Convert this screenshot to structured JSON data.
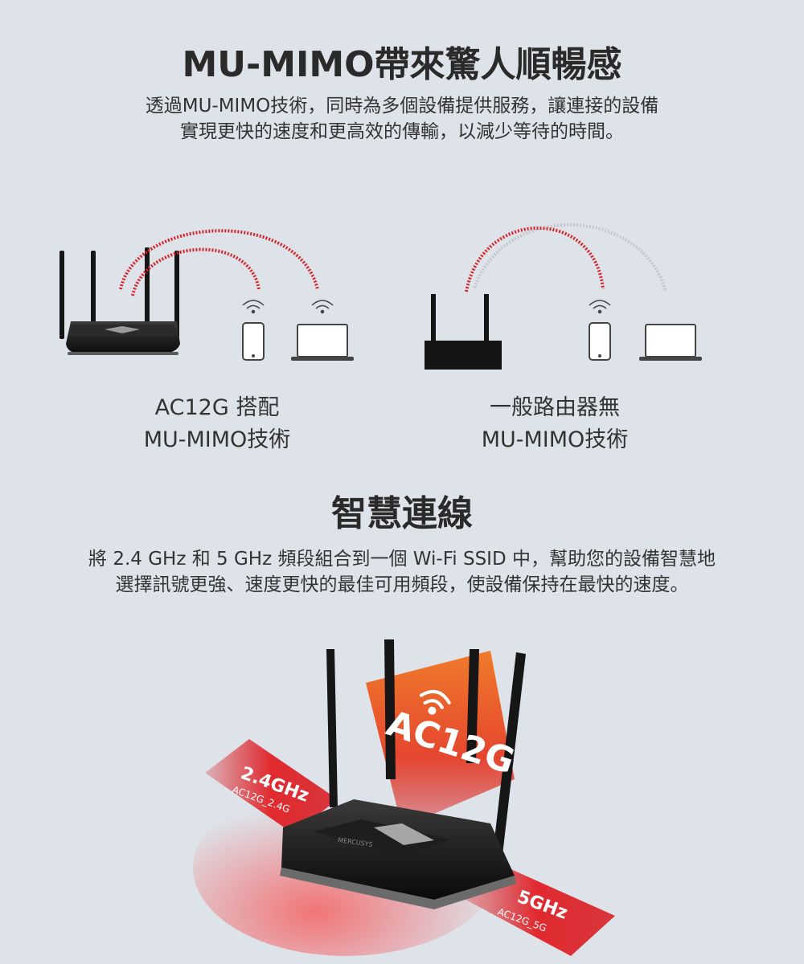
{
  "section1": {
    "title": "MU-MIMO帶來驚人順暢感",
    "description_line1": "透過MU-MIMO技術，同時為多個設備提供服務，讓連接的設備",
    "description_line2": "實現更快的速度和更高效的傳輸，以減少等待的時間。",
    "left_caption_line1": "AC12G 搭配",
    "left_caption_line2": "MU-MIMO技術",
    "right_caption_line1": "一般路由器無",
    "right_caption_line2": "MU-MIMO技術"
  },
  "section2": {
    "title": "智慧連線",
    "description_line1": "將 2.4 GHz 和 5 GHz 頻段組合到一個 Wi-Fi SSID 中，幫助您的設備智慧地",
    "description_line2": "選擇訊號更強、速度更快的最佳可用頻段，使設備保持在最快的速度。",
    "main_label": "AC12G",
    "band_24_label": "2.4GHz",
    "band_24_ssid": "AC12G_2.4G",
    "band_5_label": "5GHz",
    "band_5_ssid": "AC12G_5G",
    "router_brand": "MERCUSYS"
  },
  "icons": [
    "wifi-icon",
    "phone-icon",
    "laptop-icon",
    "router-icon"
  ],
  "colors": {
    "signal_red": "#d8232a",
    "orange": "#f07b2a",
    "router_black": "#141414"
  }
}
